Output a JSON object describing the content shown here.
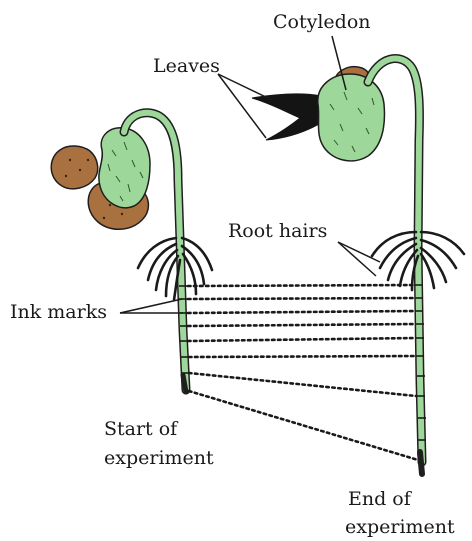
{
  "diagram": {
    "labels": {
      "cotyledon": "Cotyledon",
      "leaves": "Leaves",
      "root_hairs": "Root hairs",
      "ink_marks": "Ink marks",
      "start_line1": "Start of",
      "start_line2": "experiment",
      "end_line1": "End of",
      "end_line2": "experiment"
    },
    "colors": {
      "stem_green": "#9ed79a",
      "seed_brown": "#a9713f",
      "outline": "#1f1f1f"
    }
  }
}
